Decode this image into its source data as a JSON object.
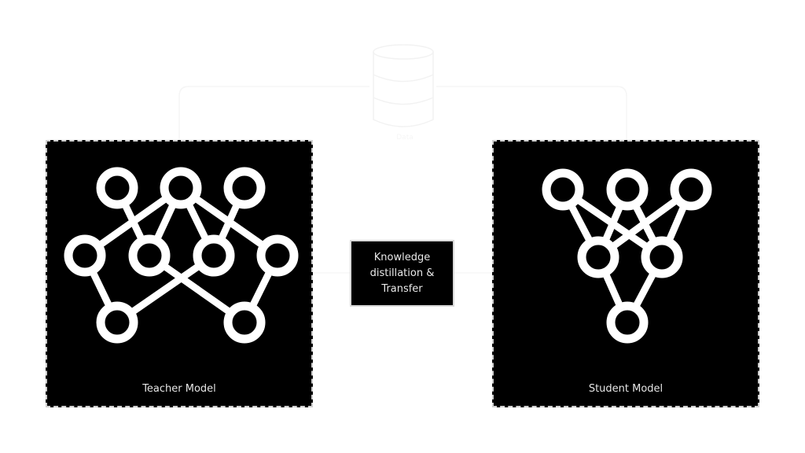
{
  "diagram": {
    "data_source": {
      "icon": "database-icon",
      "label": "Data"
    },
    "teacher": {
      "label": "Teacher Model",
      "layers": [
        3,
        4,
        2
      ]
    },
    "student": {
      "label": "Student Model",
      "layers": [
        3,
        2,
        1
      ]
    },
    "process": {
      "label": "Knowledge\ndistillation &\nTransfer"
    },
    "colors": {
      "panel": "#000000",
      "node": "#ffffff",
      "background": "#ffffff",
      "border": "#cfcfcf"
    }
  }
}
